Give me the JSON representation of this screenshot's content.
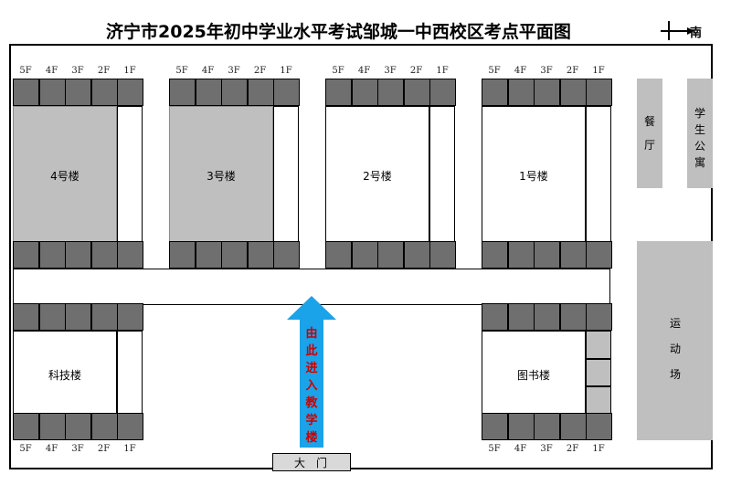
{
  "title": "济宁市2025年初中学业水平考试邹城一中西校区考点平面图",
  "compass_label": "南",
  "floors_top": [
    "5F",
    "4F",
    "3F",
    "2F",
    "1F"
  ],
  "floors_bottom": [
    "5F",
    "4F",
    "3F",
    "2F",
    "1F"
  ],
  "buildings": {
    "b4": "4号楼",
    "b3": "3号楼",
    "b2": "2号楼",
    "b1": "1号楼",
    "science": "科技楼",
    "library": "图书楼"
  },
  "side": {
    "canteen": [
      "餐",
      "厅"
    ],
    "dorm": [
      "学",
      "生",
      "公",
      "寓"
    ],
    "sports": [
      "运",
      "动",
      "场"
    ]
  },
  "arrow_text": [
    "由",
    "此",
    "进",
    "入",
    "教",
    "学",
    "楼"
  ],
  "gate": "大门",
  "colors": {
    "room": "#6f6f6f",
    "gray_fill": "#bfbfbf",
    "arrow": "#1aa3e8",
    "arrow_text": "#cc0000"
  }
}
